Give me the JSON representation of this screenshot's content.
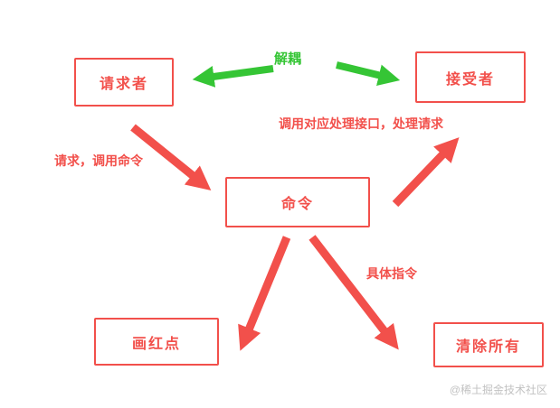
{
  "diagram": {
    "nodes": {
      "requester": {
        "label": "请求者"
      },
      "receiver": {
        "label": "接受者"
      },
      "command": {
        "label": "命令"
      },
      "draw_red_dot": {
        "label": "画红点"
      },
      "clear_all": {
        "label": "清除所有"
      }
    },
    "labels": {
      "decouple": "解耦",
      "request_invoke": "请求，调用命令",
      "handle_request": "调用对应处理接口，处理请求",
      "concrete_command": "具体指令"
    },
    "watermark": "@稀土掘金技术社区",
    "colors": {
      "red": "#f2504b",
      "green": "#35c535",
      "watermark": "#c2c2c2"
    }
  }
}
